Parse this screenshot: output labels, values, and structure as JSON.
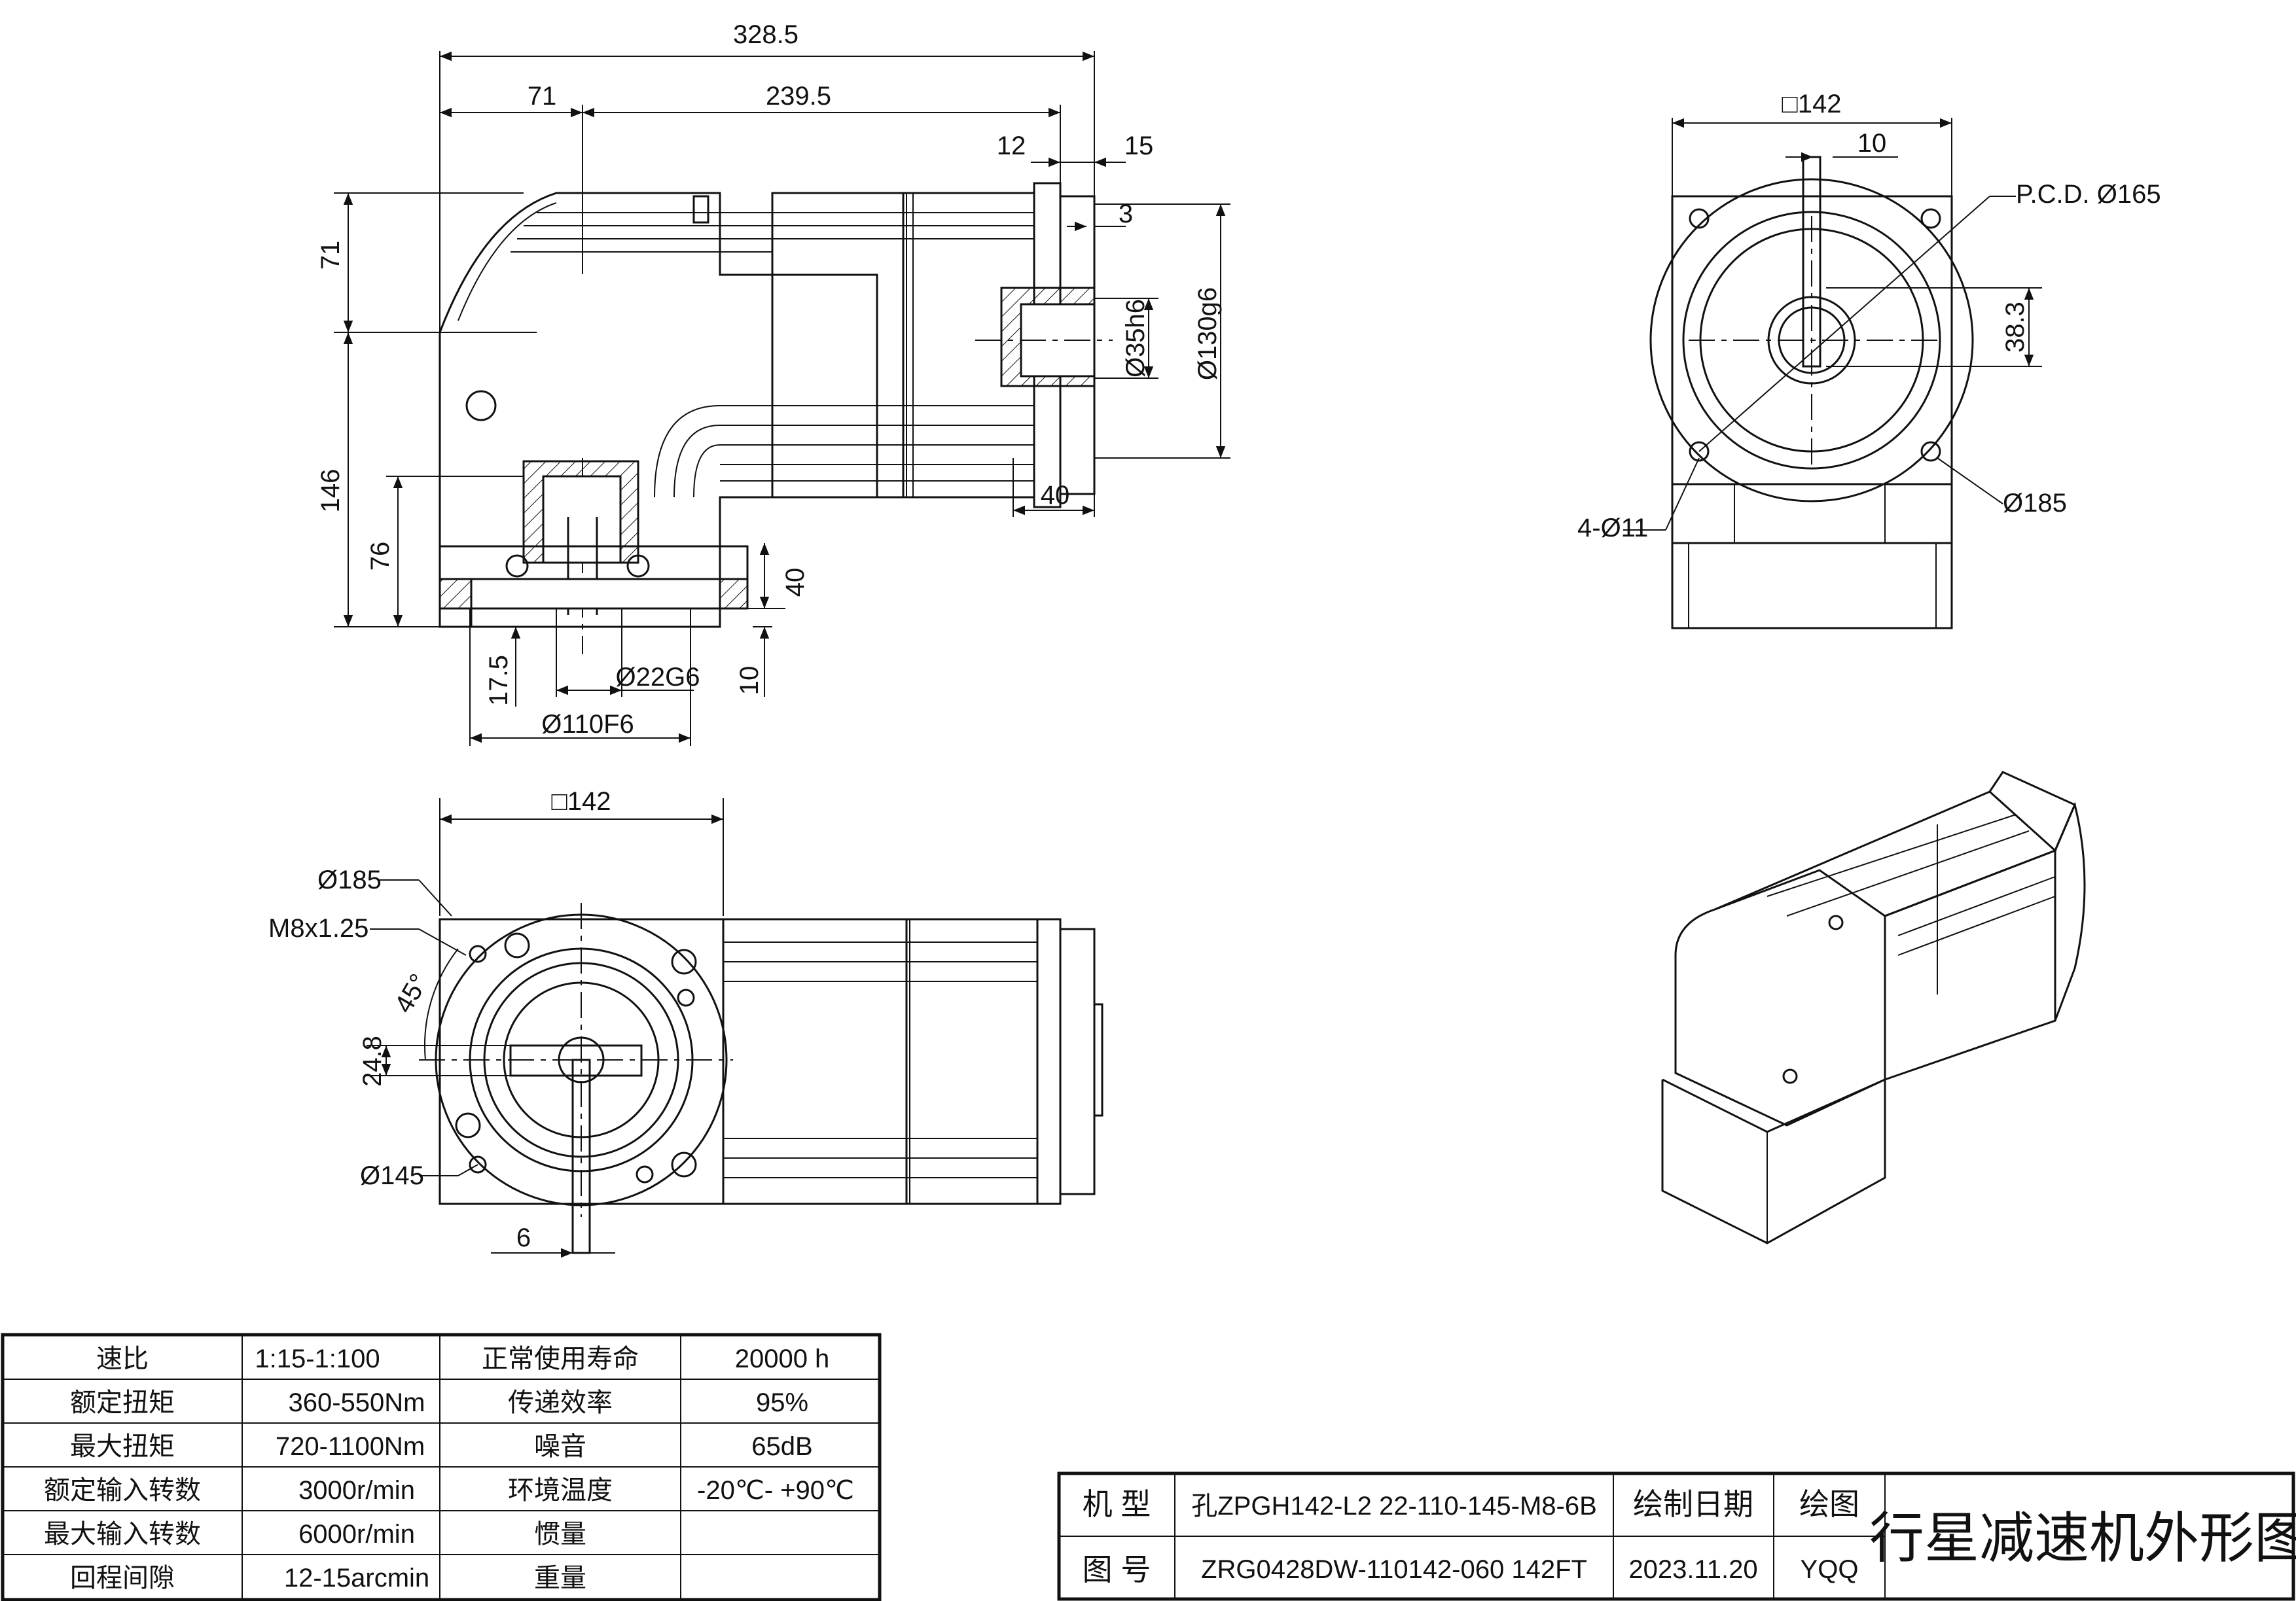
{
  "front_view": {
    "dims": {
      "overall_length": "328.5",
      "input_offset": "71",
      "body_length": "239.5",
      "flange_thickness": "12",
      "output_length": "15",
      "step": "3",
      "output_shaft": "Ø35h6",
      "pilot": "Ø130g6",
      "height_upper": "71",
      "height_total": "146",
      "height_input": "76",
      "input_depth": "40",
      "base_thickness": "17.5",
      "shaft_length": "40",
      "bore": "Ø22G6",
      "flange_step": "10",
      "input_pilot": "Ø110F6"
    }
  },
  "side_view": {
    "dims": {
      "square": "□142",
      "key_width": "10",
      "pcd": "P.C.D. Ø165",
      "key_height": "38.3",
      "holes": "4-Ø11",
      "outer_dia": "Ø185"
    }
  },
  "bottom_view": {
    "dims": {
      "square": "□142",
      "outer_dia": "Ø185",
      "thread": "M8x1.25",
      "angle": "45°",
      "key_height": "24.8",
      "bolt_circle": "Ø145",
      "key_width": "6"
    }
  },
  "spec_table": {
    "rows": [
      {
        "label1": "速比",
        "value1": "1:15-1:100",
        "label2": "正常使用寿命",
        "value2": "20000 h"
      },
      {
        "label1": "额定扭矩",
        "value1": "360-550Nm",
        "label2": "传递效率",
        "value2": "95%"
      },
      {
        "label1": "最大扭矩",
        "value1": "720-1100Nm",
        "label2": "噪音",
        "value2": "65dB"
      },
      {
        "label1": "额定输入转数",
        "value1": "3000r/min",
        "label2": "环境温度",
        "value2": "-20℃- +90℃"
      },
      {
        "label1": "最大输入转数",
        "value1": "6000r/min",
        "label2": "惯量",
        "value2": ""
      },
      {
        "label1": "回程间隙",
        "value1": "12-15arcmin",
        "label2": "重量",
        "value2": ""
      }
    ]
  },
  "title_block": {
    "model_label": "机 型",
    "model_value": "孔ZPGH142-L2 22-110-145-M8-6B",
    "drawing_date_label": "绘制日期",
    "drawer_label": "绘图",
    "number_label": "图 号",
    "number_value": "ZRG0428DW-110142-060 142FT",
    "date_value": "2023.11.20",
    "drawer_value": "YQQ",
    "title": "行星减速机外形图"
  }
}
